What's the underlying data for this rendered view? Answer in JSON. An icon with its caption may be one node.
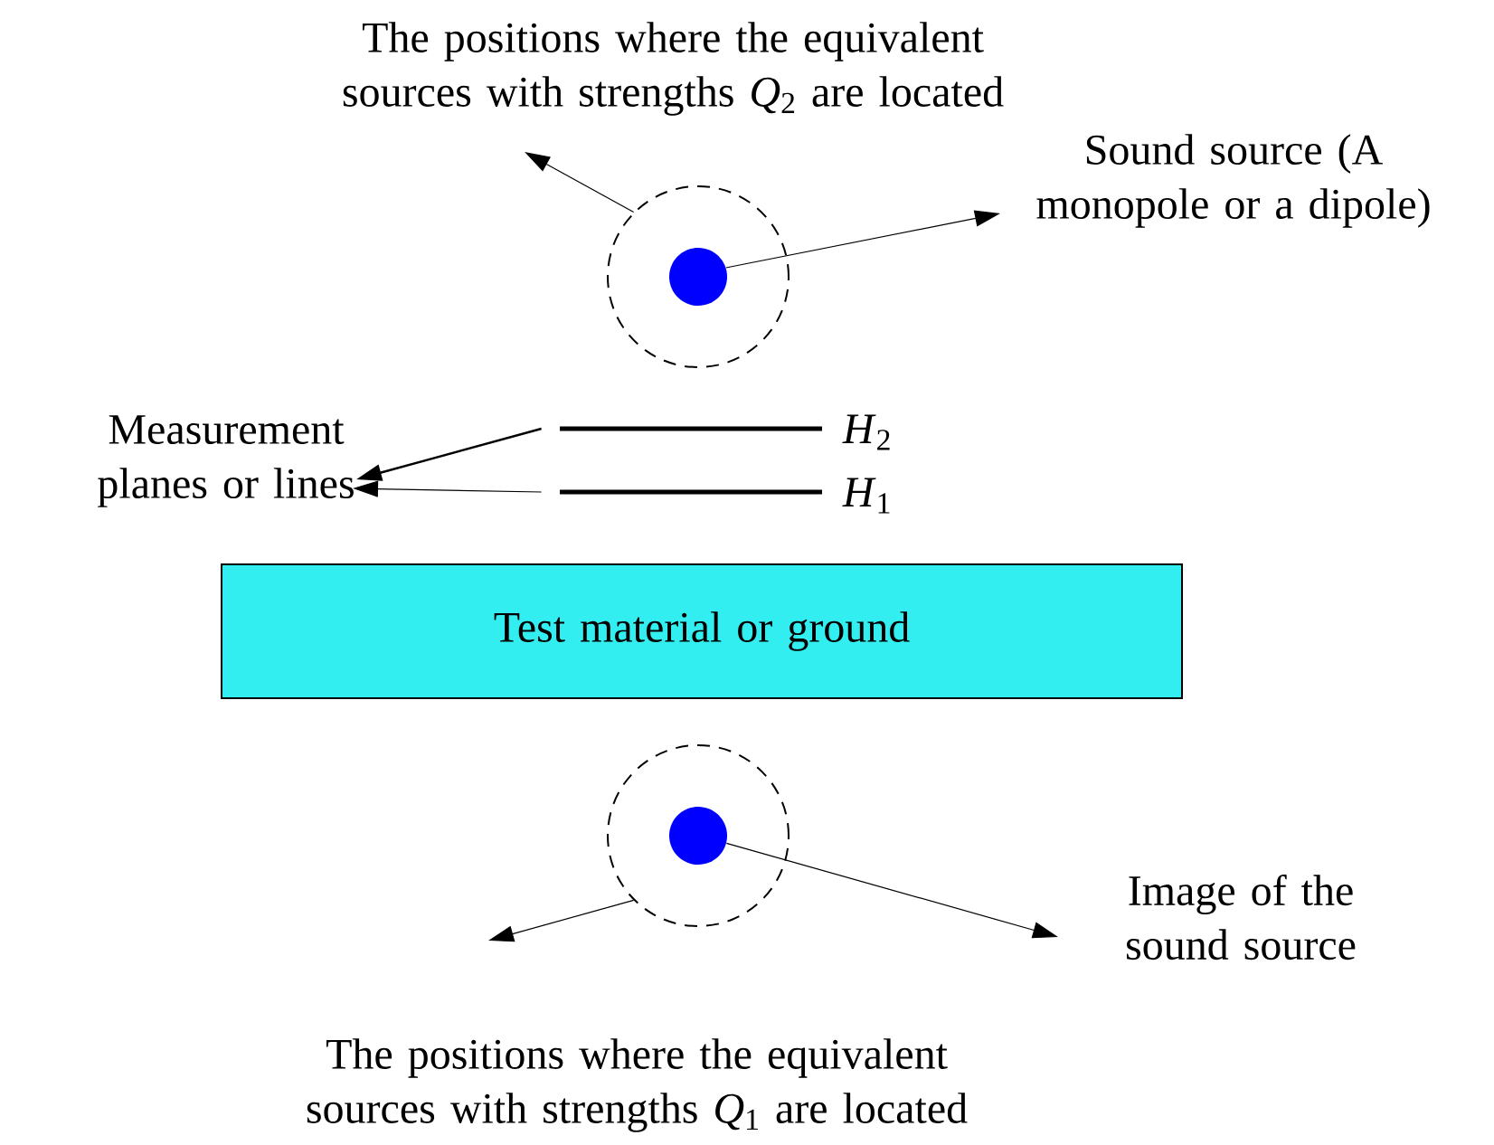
{
  "diagram": {
    "nodes": [
      {
        "text": [
          "The positions where the equivalent sources with strengths *Q*$_{2}$ are located"
        ]
      },
      {
        "text": [
          "Sound source (A monopole or a dipole)"
        ]
      },
      {
        "text": [],
        "shape": "circle"
      },
      {
        "text": [],
        "shape": "circle",
        "in": 2
      },
      {
        "text": [
          "Measurement planes or lines"
        ]
      },
      {
        "text": [],
        "shape": "bar",
        "beside": [
          "*H*$_{2}$"
        ]
      },
      {
        "text": [],
        "shape": "bar",
        "beside": [
          "*H*$_{1}$"
        ]
      },
      {
        "text": [
          "Test material or ground"
        ]
      },
      {
        "text": [],
        "shape": "circle"
      },
      {
        "text": [],
        "shape": "circle",
        "in": 8
      },
      {
        "text": [
          "Image of the sound source"
        ]
      },
      {
        "text": [
          "The positions where the equivalent sources with strengths *Q*$_{1}$ are located"
        ]
      }
    ],
    "edges": [
      {
        "from": 2,
        "to": 0,
        "arrow": "to"
      },
      {
        "from": 3,
        "to": 1,
        "arrow": "to"
      },
      {
        "from": 5,
        "to": 4,
        "arrow": "to"
      },
      {
        "from": 6,
        "to": 4,
        "arrow": "to"
      },
      {
        "from": 9,
        "to": 10,
        "arrow": "to"
      },
      {
        "from": 8,
        "to": 11,
        "arrow": "to"
      }
    ]
  }
}
